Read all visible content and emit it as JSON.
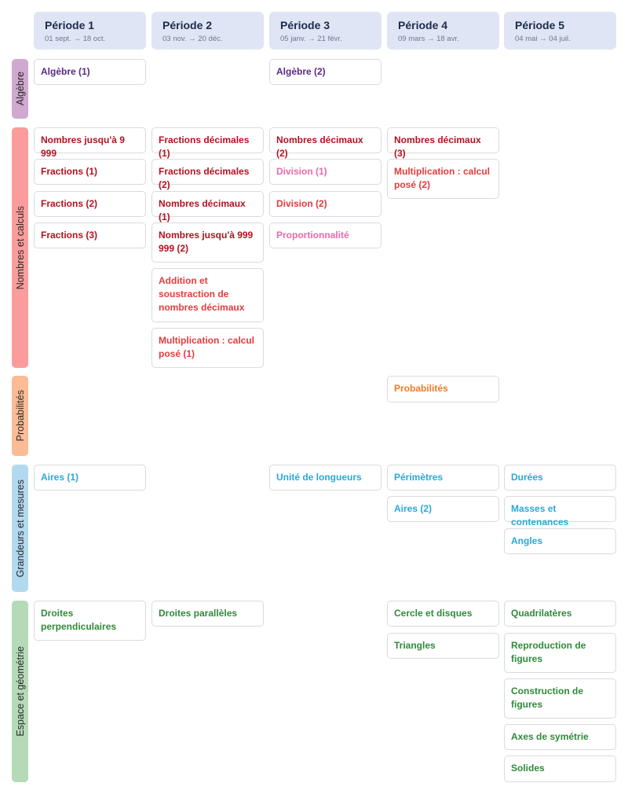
{
  "periods": [
    {
      "title": "Période 1",
      "dates": "01 sept. → 18 oct."
    },
    {
      "title": "Période 2",
      "dates": "03 nov. → 20 déc."
    },
    {
      "title": "Période 3",
      "dates": "05 janv. → 21 févr."
    },
    {
      "title": "Période 4",
      "dates": "09 mars → 18 avr."
    },
    {
      "title": "Période 5",
      "dates": "04 mai → 04 juil."
    }
  ],
  "domains": [
    {
      "label": "Algèbre",
      "color": "#cfa9cf"
    },
    {
      "label": "Nombres et calculs",
      "color": "#fb9c9c"
    },
    {
      "label": "Probabilités",
      "color": "#fbbb94"
    },
    {
      "label": "Grandeurs et mesures",
      "color": "#b3d9ef"
    },
    {
      "label": "Espace et géométrie",
      "color": "#b5dab7"
    }
  ],
  "colors": {
    "algebra": "#5b2a86",
    "numbers_dark": "#b3121f",
    "numbers_medium": "#e53b3b",
    "numbers_pink": "#e86aaa",
    "probability": "#ef7a2a",
    "measures": "#2aa8d8",
    "geometry": "#2f8a3a"
  },
  "cards": [
    {
      "label": "Algèbre (1)",
      "color": "#5b2a86"
    },
    {
      "label": "Algèbre (2)",
      "color": "#5b2a86"
    },
    {
      "label": "Nombres jusqu'à 9 999",
      "color": "#b3121f"
    },
    {
      "label": "Fractions (1)",
      "color": "#b3121f"
    },
    {
      "label": "Fractions (2)",
      "color": "#b3121f"
    },
    {
      "label": "Fractions (3)",
      "color": "#b3121f"
    },
    {
      "label": "Fractions décimales (1)",
      "color": "#b3121f"
    },
    {
      "label": "Fractions décimales (2)",
      "color": "#b3121f"
    },
    {
      "label": "Nombres décimaux (1)",
      "color": "#b3121f"
    },
    {
      "label": "Nombres jusqu'à 999 999 (2)",
      "color": "#b3121f"
    },
    {
      "label": "Addition et soustraction de nombres décimaux",
      "color": "#e53b3b"
    },
    {
      "label": "Multiplication : calcul posé (1)",
      "color": "#e53b3b"
    },
    {
      "label": "Nombres décimaux (2)",
      "color": "#b3121f"
    },
    {
      "label": "Division (1)",
      "color": "#e86aaa"
    },
    {
      "label": "Division (2)",
      "color": "#e53b3b"
    },
    {
      "label": "Proportionnalité",
      "color": "#e86aaa"
    },
    {
      "label": "Nombres décimaux (3)",
      "color": "#b3121f"
    },
    {
      "label": "Multiplication : calcul posé (2)",
      "color": "#e53b3b"
    },
    {
      "label": "Probabilités",
      "color": "#ef7a2a"
    },
    {
      "label": "Aires (1)",
      "color": "#2aa8d8"
    },
    {
      "label": "Unité de longueurs",
      "color": "#2aa8d8"
    },
    {
      "label": "Périmètres",
      "color": "#2aa8d8"
    },
    {
      "label": "Aires (2)",
      "color": "#2aa8d8"
    },
    {
      "label": "Durées",
      "color": "#2aa8d8"
    },
    {
      "label": "Masses et contenances",
      "color": "#2aa8d8"
    },
    {
      "label": "Angles",
      "color": "#2aa8d8"
    },
    {
      "label": "Droites perpendiculaires",
      "color": "#2f8a3a"
    },
    {
      "label": "Droites parallèles",
      "color": "#2f8a3a"
    },
    {
      "label": "Cercle et disques",
      "color": "#2f8a3a"
    },
    {
      "label": "Triangles",
      "color": "#2f8a3a"
    },
    {
      "label": "Quadrilatères",
      "color": "#2f8a3a"
    },
    {
      "label": "Reproduction de figures",
      "color": "#2f8a3a"
    },
    {
      "label": "Construction de figures",
      "color": "#2f8a3a"
    },
    {
      "label": "Axes de symétrie",
      "color": "#2f8a3a"
    },
    {
      "label": "Solides",
      "color": "#2f8a3a"
    }
  ]
}
